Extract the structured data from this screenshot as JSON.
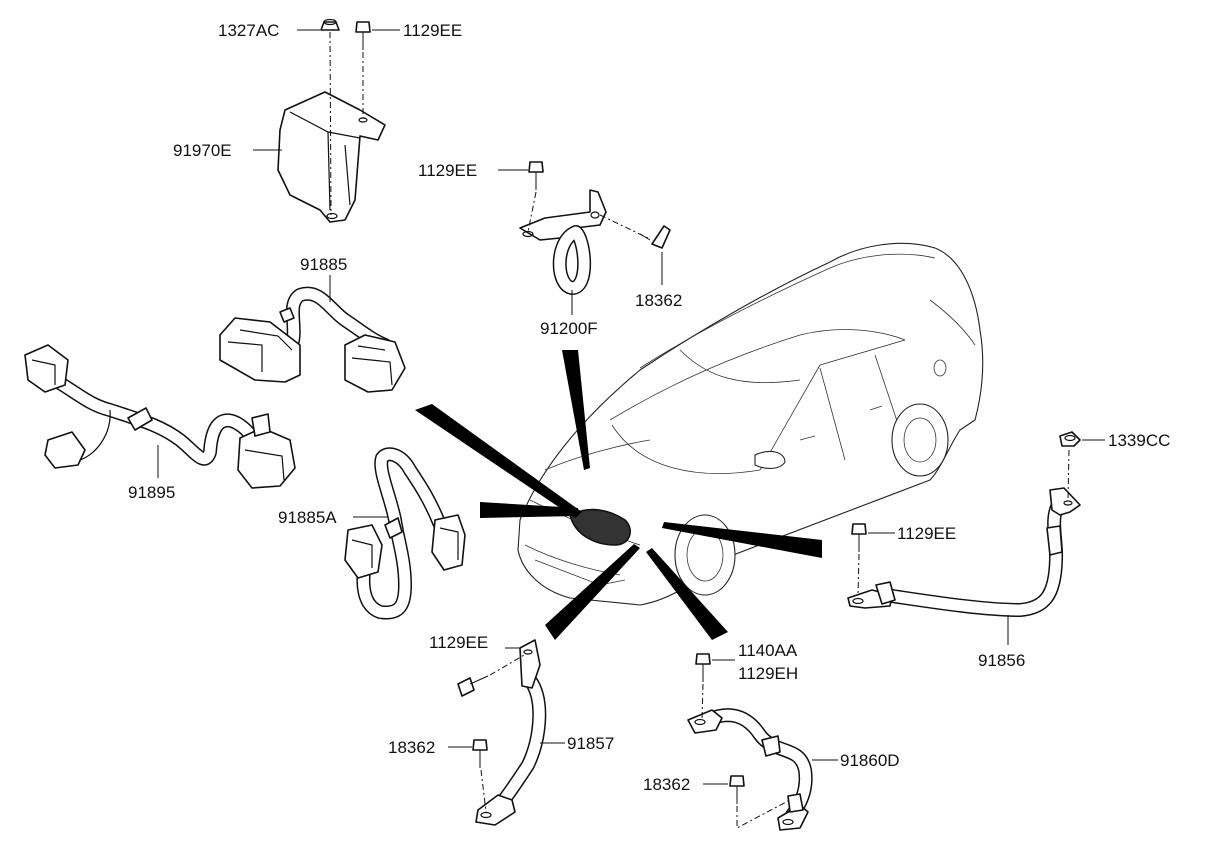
{
  "diagram": {
    "labels": {
      "l1327AC": "1327AC",
      "l1129EE_top": "1129EE",
      "l91970E": "91970E",
      "l1129EE_mid": "1129EE",
      "l18362_top": "18362",
      "l91200F": "91200F",
      "l91885": "91885",
      "l91895": "91895",
      "l91885A": "91885A",
      "l1339CC": "1339CC",
      "l1129EE_right": "1129EE",
      "l91856": "91856",
      "l1129EE_bottom": "1129EE",
      "l18362_left": "18362",
      "l91857": "91857",
      "l1140AA": "1140AA",
      "l1129EH": "1129EH",
      "l91860D": "91860D",
      "l18362_bottom": "18362"
    }
  }
}
